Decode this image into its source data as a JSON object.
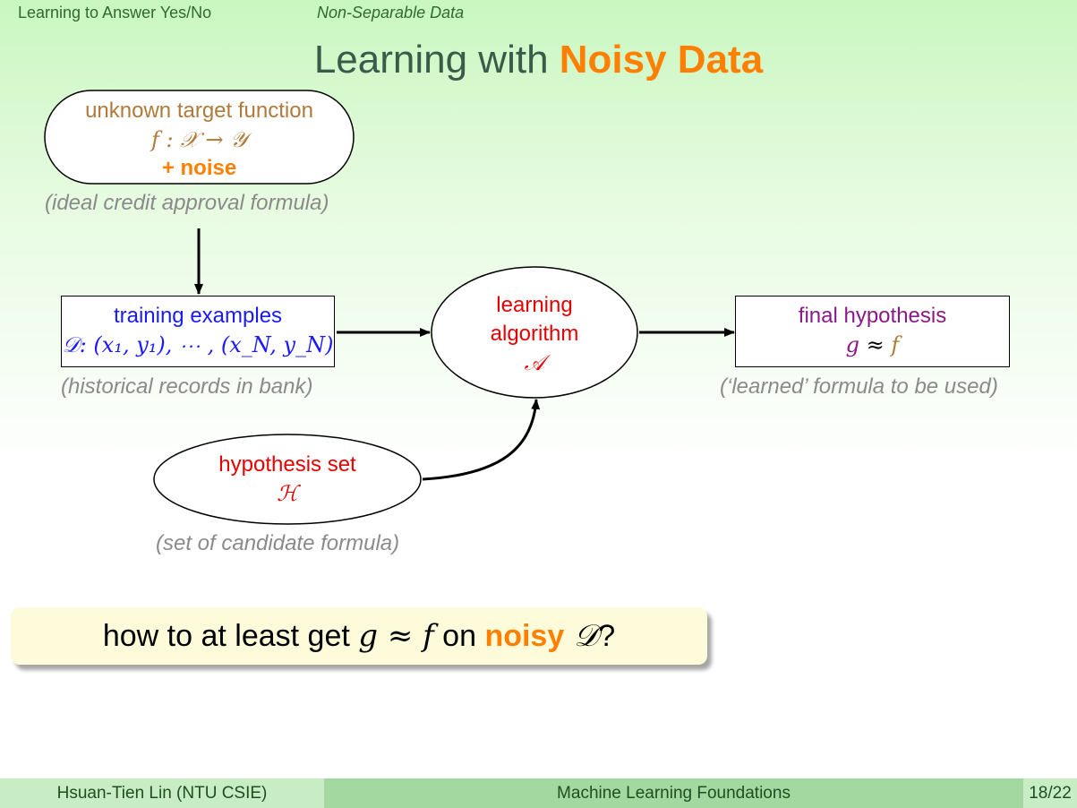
{
  "nav": {
    "section": "Learning to Answer Yes/No",
    "subsection": "Non-Separable Data"
  },
  "title": {
    "prefix": "Learning with ",
    "highlight": "Noisy Data"
  },
  "target": {
    "line1": "unknown target function",
    "line2": "f : 𝒳 → 𝒴",
    "noise": "+ noise",
    "caption": "(ideal credit approval formula)"
  },
  "training": {
    "line1": "training examples",
    "line2": "𝒟: (x₁, y₁), ⋯ , (x_N, y_N)",
    "caption": "(historical records in bank)"
  },
  "algorithm": {
    "line1": "learning",
    "line2": "algorithm",
    "symbol": "𝒜"
  },
  "final": {
    "line1": "final hypothesis",
    "g": "g",
    "approx": " ≈ ",
    "f": "f",
    "caption": "(‘learned’ formula to be used)"
  },
  "hypothesis_set": {
    "line1": "hypothesis set",
    "symbol": "ℋ",
    "caption": "(set of candidate formula)"
  },
  "question": {
    "p1": "how to at least get ",
    "g": "g",
    "approx": " ≈ ",
    "f": "f",
    "p2": " on ",
    "noisy": "noisy",
    "d": " 𝒟",
    "p3": "?"
  },
  "footer": {
    "author": "Hsuan-Tien Lin  (NTU CSIE)",
    "course": "Machine Learning Foundations",
    "page": "18/22"
  }
}
